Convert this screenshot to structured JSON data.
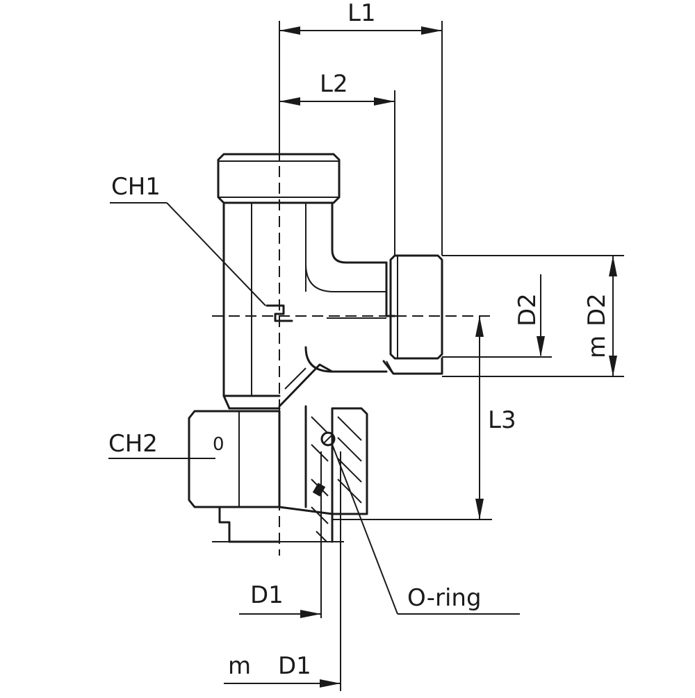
{
  "labels": {
    "l1": "L1",
    "l2": "L2",
    "l3": "L3",
    "ch1": "CH1",
    "ch2": "CH2",
    "d2_inner": "D2",
    "d2_outer": "D2",
    "m_d2": "m",
    "d1": "D1",
    "m_d1_m": "m",
    "m_d1_d": "D1",
    "o_ring": "O-ring",
    "nut_mark": "0"
  }
}
